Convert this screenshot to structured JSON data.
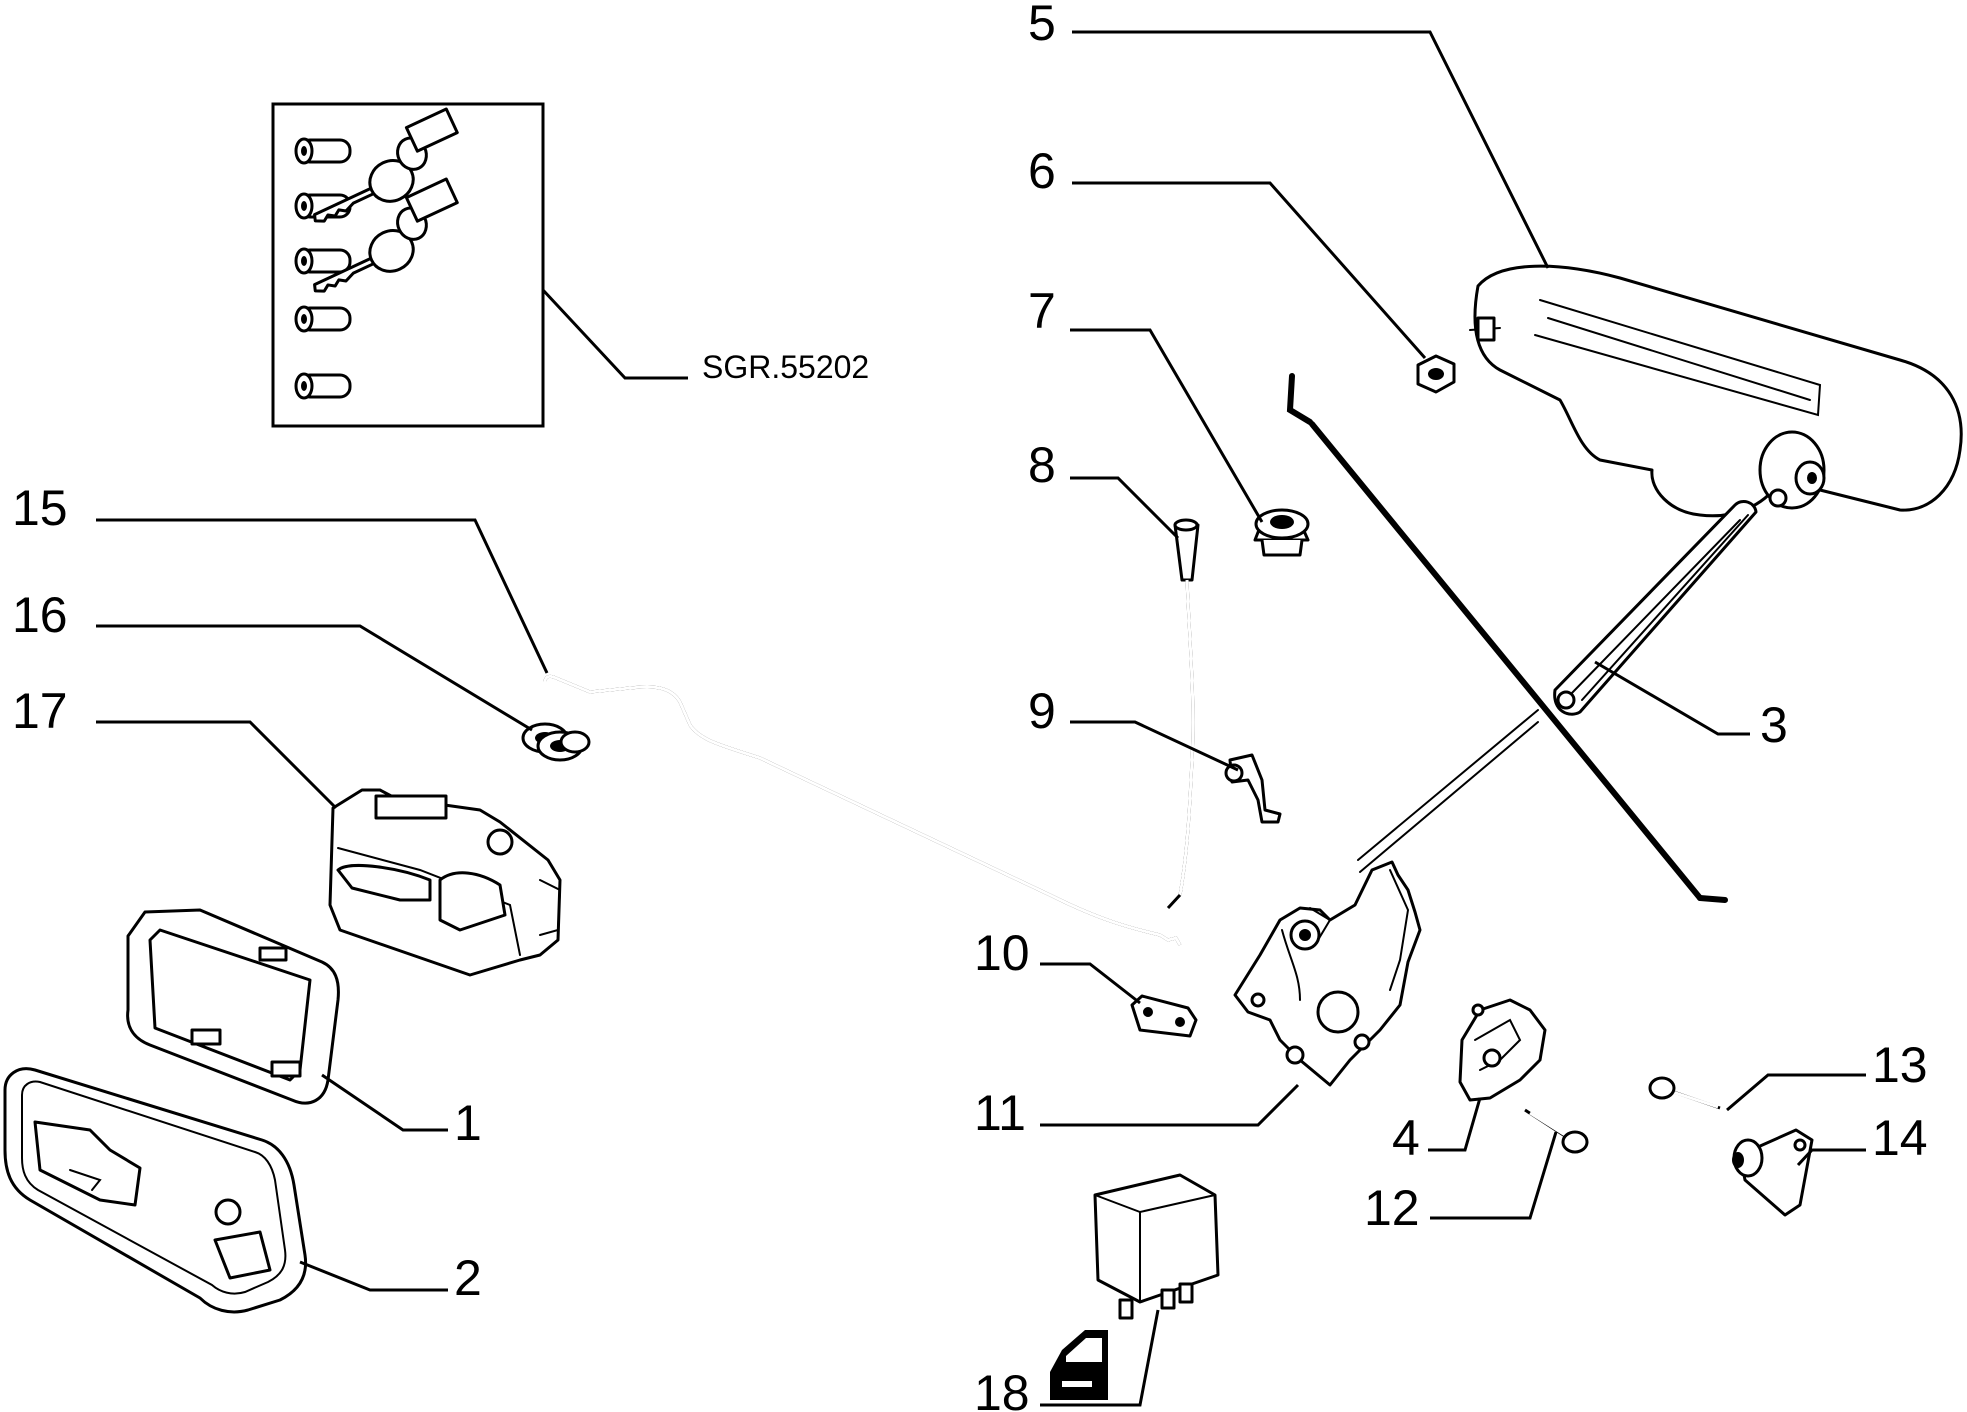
{
  "diagram": {
    "callouts": [
      {
        "id": "1",
        "text": "1"
      },
      {
        "id": "2",
        "text": "2"
      },
      {
        "id": "3",
        "text": "3"
      },
      {
        "id": "4",
        "text": "4"
      },
      {
        "id": "5",
        "text": "5"
      },
      {
        "id": "6",
        "text": "6"
      },
      {
        "id": "7",
        "text": "7"
      },
      {
        "id": "8",
        "text": "8"
      },
      {
        "id": "9",
        "text": "9"
      },
      {
        "id": "10",
        "text": "10"
      },
      {
        "id": "11",
        "text": "11"
      },
      {
        "id": "12",
        "text": "12"
      },
      {
        "id": "13",
        "text": "13"
      },
      {
        "id": "14",
        "text": "14"
      },
      {
        "id": "15",
        "text": "15"
      },
      {
        "id": "16",
        "text": "16"
      },
      {
        "id": "17",
        "text": "17"
      },
      {
        "id": "18",
        "text": "18"
      }
    ],
    "kit_reference": "SGR.55202"
  }
}
